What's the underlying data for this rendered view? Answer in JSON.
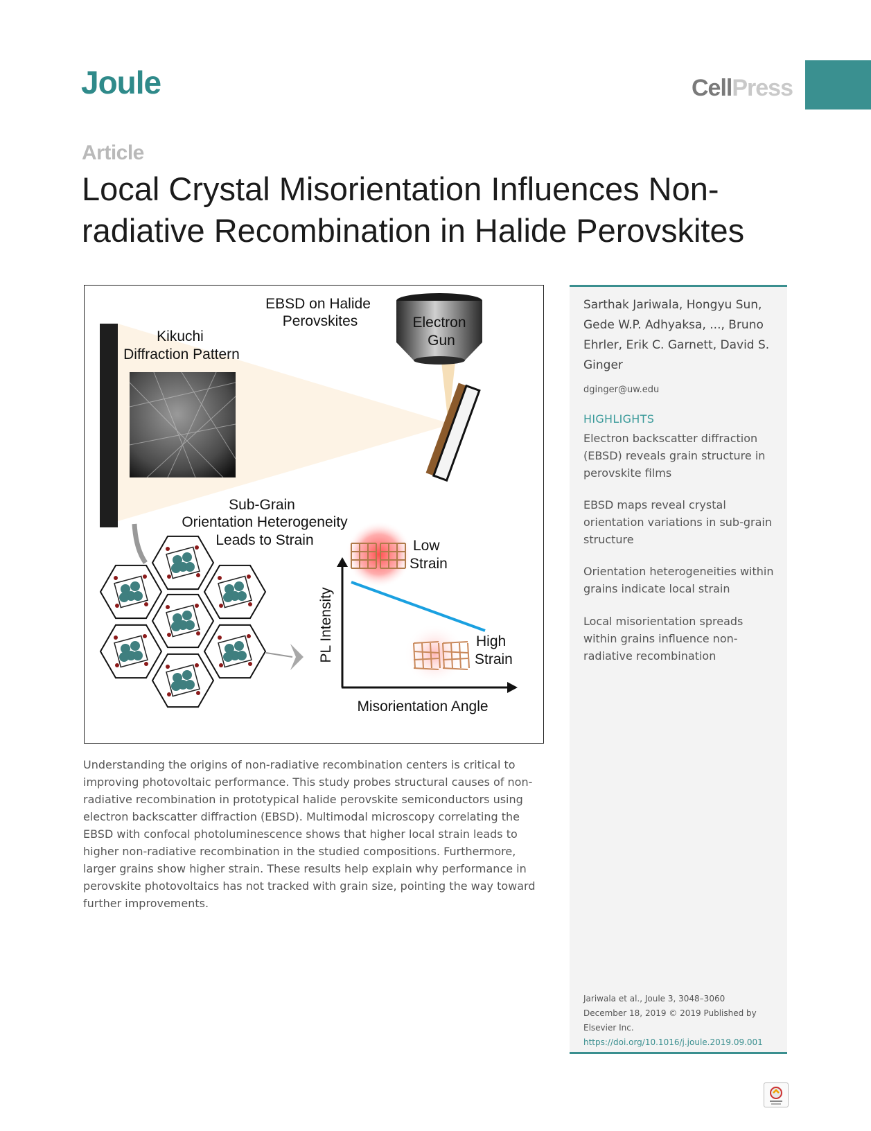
{
  "header": {
    "journal": "Joule",
    "publisher_part1": "Cell",
    "publisher_part2": "Press"
  },
  "article": {
    "label": "Article",
    "title": "Local Crystal Misorientation Influences Non-radiative Recombination in Halide Perovskites"
  },
  "graphical_abstract": {
    "ebsd_label_line1": "EBSD on Halide",
    "ebsd_label_line2": "Perovskites",
    "gun_label_line1": "Electron",
    "gun_label_line2": "Gun",
    "kikuchi_line1": "Kikuchi",
    "kikuchi_line2": "Diffraction Pattern",
    "subgrain_line1": "Sub-Grain",
    "subgrain_line2": "Orientation Heterogeneity",
    "subgrain_line3": "Leads to Strain",
    "low_strain_line1": "Low",
    "low_strain_line2": "Strain",
    "high_strain_line1": "High",
    "high_strain_line2": "Strain",
    "y_axis_label": "PL Intensity",
    "x_axis_label": "Misorientation Angle",
    "colors": {
      "trend_line": "#1aa0e0",
      "sample_brown": "#8b5a2b",
      "perovskite_teal": "#3f7f7f",
      "glow": "#ff4a4a"
    }
  },
  "abstract": "Understanding the origins of non-radiative recombination centers is critical to improving photovoltaic performance. This study probes structural causes of non-radiative recombination in prototypical halide perovskite semiconductors using electron backscatter diffraction (EBSD). Multimodal microscopy correlating the EBSD with confocal photoluminescence shows that higher local strain leads to higher non-radiative recombination in the studied compositions. Furthermore, larger grains show higher strain. These results help explain why performance in perovskite photovoltaics has not tracked with grain size, pointing the way toward further improvements.",
  "sidebar": {
    "authors": "Sarthak Jariwala, Hongyu Sun, Gede W.P. Adhyaksa, ..., Bruno Ehrler, Erik C. Garnett, David S. Ginger",
    "email": "dginger@uw.edu",
    "highlights_heading": "HIGHLIGHTS",
    "highlights": [
      "Electron backscatter diffraction (EBSD) reveals grain structure in perovskite films",
      "EBSD maps reveal crystal orientation variations in sub-grain structure",
      "Orientation heterogeneities within grains indicate local strain",
      "Local misorientation spreads within grains influence non-radiative recombination"
    ],
    "citation_line1": "Jariwala et al., Joule 3, 3048–3060",
    "citation_line2": "December 18, 2019 © 2019 Published by Elsevier Inc.",
    "doi": "https://doi.org/10.1016/j.joule.2019.09.001"
  },
  "accent_color": "#3a9090"
}
